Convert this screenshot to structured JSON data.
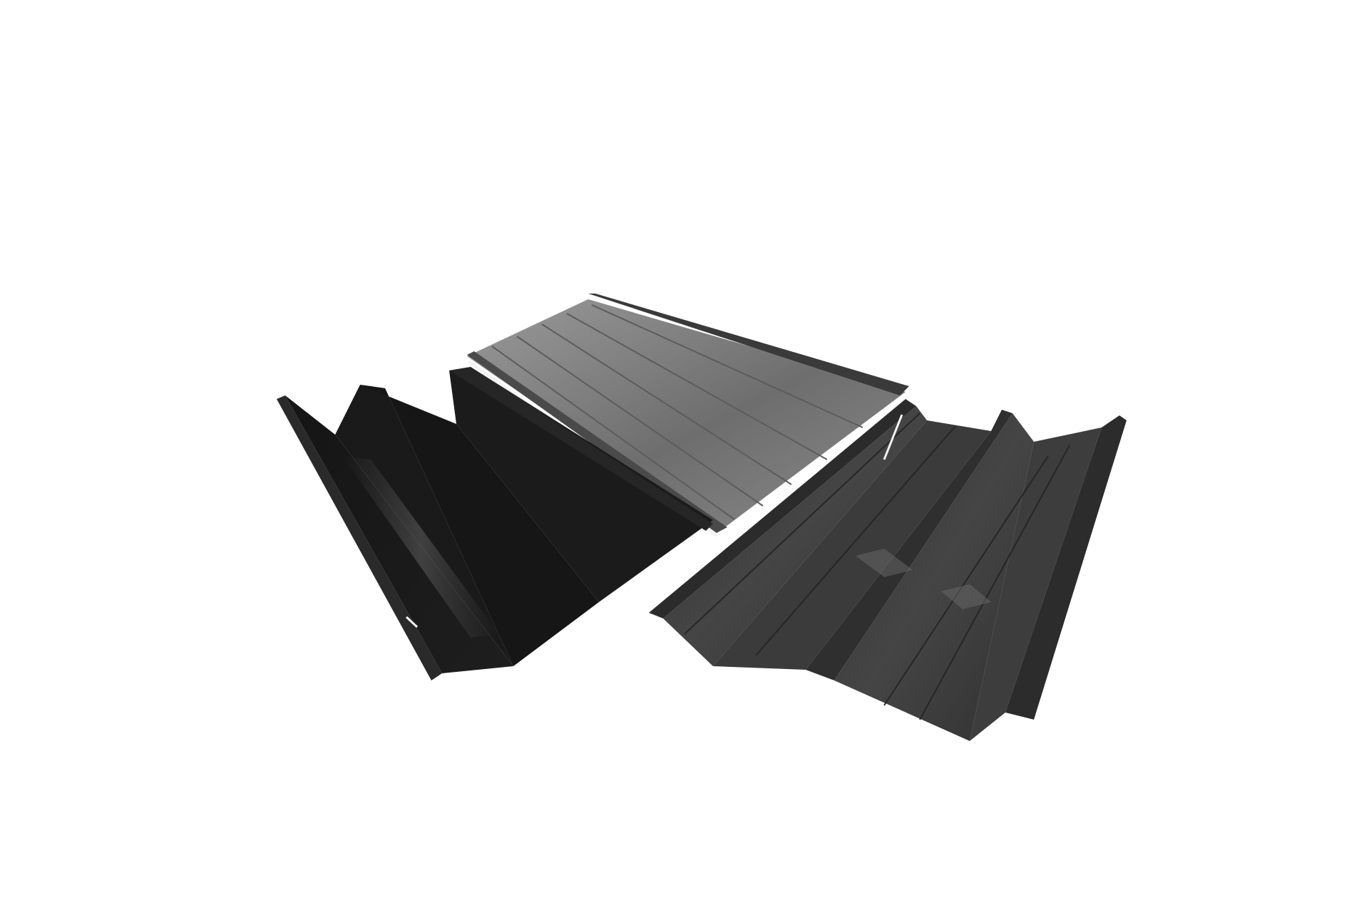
{
  "image": {
    "background_color": "#ffffff",
    "subject": "metal-roofing-panels",
    "panels": [
      {
        "name": "black-trapezoidal-panel",
        "color": "#1c1c1c"
      },
      {
        "name": "grey-standing-seam-panel",
        "color": "#7a7a7a"
      },
      {
        "name": "dark-grey-trapezoidal-panel",
        "color": "#3a3a3a"
      }
    ]
  }
}
